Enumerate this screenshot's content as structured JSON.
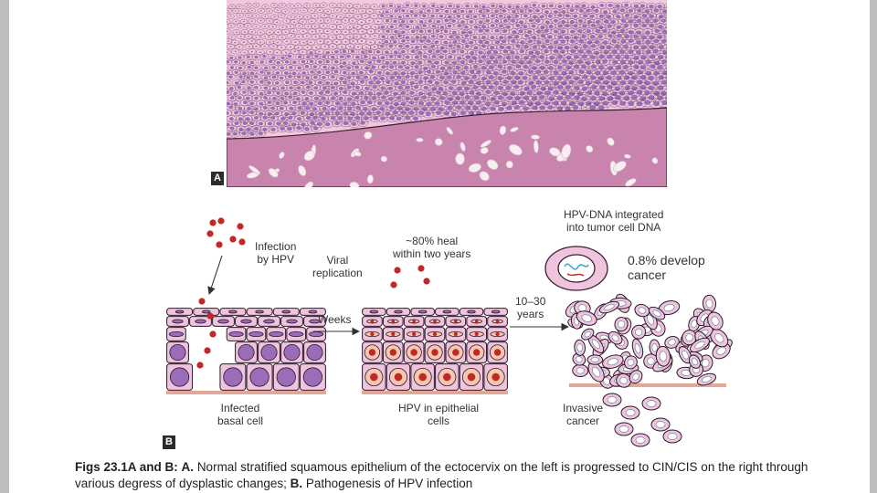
{
  "figure_a": {
    "panel_label": "A"
  },
  "figure_b": {
    "panel_label": "B",
    "labels": {
      "infection": [
        "Infection",
        "by HPV"
      ],
      "viral_replication": [
        "Viral",
        "replication"
      ],
      "weeks": "Weeks",
      "heal": [
        "~80% heal",
        "within two years"
      ],
      "years": [
        "10–30",
        "years"
      ],
      "integrated": [
        "HPV-DNA integrated",
        "into tumor cell DNA"
      ],
      "develop": [
        "0.8% develop",
        "cancer"
      ],
      "infected_basal": [
        "Infected",
        "basal cell"
      ],
      "hpv_epithelial": [
        "HPV in epithelial",
        "cells"
      ],
      "invasive": [
        "Invasive",
        "cancer"
      ]
    }
  },
  "caption": {
    "figs": "Figs 23.1A and B:",
    "a_label": "A.",
    "a_text": "Normal stratified squamous epithelium of the ectocervix on the left is progressed to CIN/CIS on the right through various degress of dysplastic changes;",
    "b_label": "B.",
    "b_text": "Pathogenesis of HPV infection"
  },
  "colors": {
    "tissue_pink": "#f0c4dc",
    "stroma": "#c884ac",
    "nucleus_purple": "#9a6db8",
    "virus_red": "#c0282a",
    "cell_outline": "#2a1a2a"
  }
}
